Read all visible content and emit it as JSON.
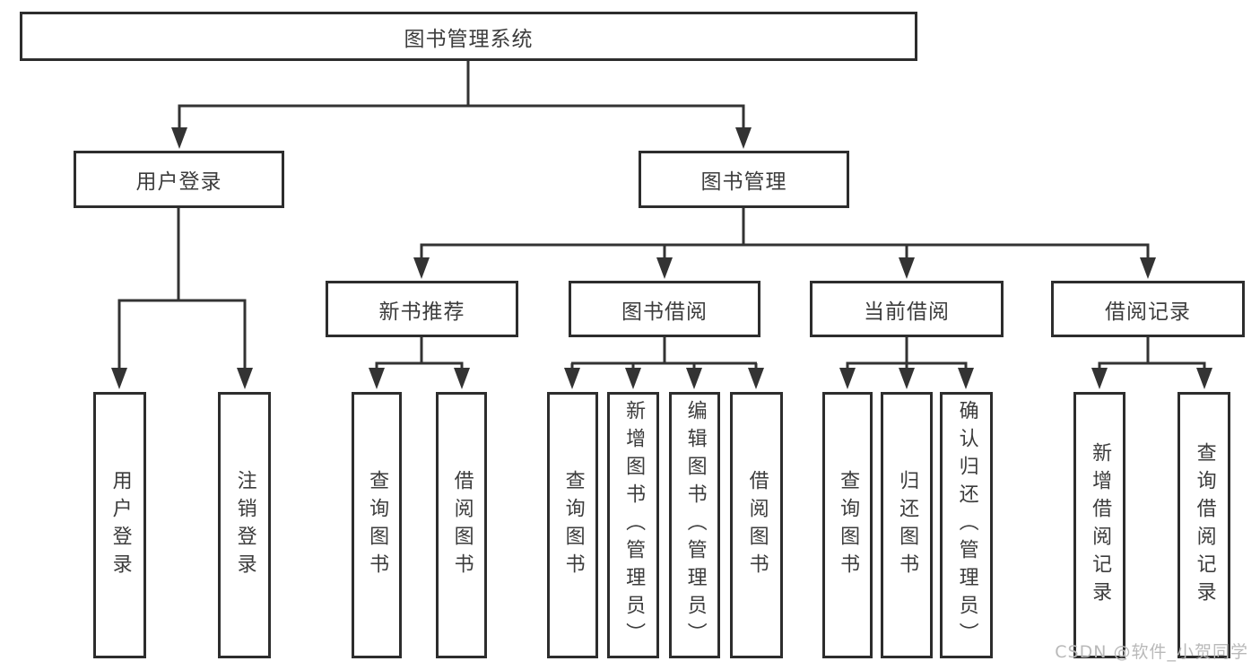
{
  "tree": {
    "root": {
      "label": "图书管理系统"
    },
    "branches": [
      {
        "label": "用户登录",
        "children": [
          {
            "label": "用户登录"
          },
          {
            "label": "注销登录"
          }
        ]
      },
      {
        "label": "图书管理",
        "children": [
          {
            "label": "新书推荐",
            "children": [
              {
                "label": "查询图书"
              },
              {
                "label": "借阅图书"
              }
            ]
          },
          {
            "label": "图书借阅",
            "children": [
              {
                "label": "查询图书"
              },
              {
                "label": "新增图书（管理员）"
              },
              {
                "label": "编辑图书（管理员）"
              },
              {
                "label": "借阅图书"
              }
            ]
          },
          {
            "label": "当前借阅",
            "children": [
              {
                "label": "查询图书"
              },
              {
                "label": "归还图书"
              },
              {
                "label": "确认归还（管理员）"
              }
            ]
          },
          {
            "label": "借阅记录",
            "children": [
              {
                "label": "新增借阅记录"
              },
              {
                "label": "查询借阅记录"
              }
            ]
          }
        ]
      }
    ]
  },
  "watermark": {
    "text": "CSDN @软件_小贺同学"
  },
  "colors": {
    "line": "#333333",
    "box_border": "#2d2d2d",
    "text": "#3c3c3c",
    "watermark": "#b9b9b9",
    "background": "#ffffff"
  }
}
